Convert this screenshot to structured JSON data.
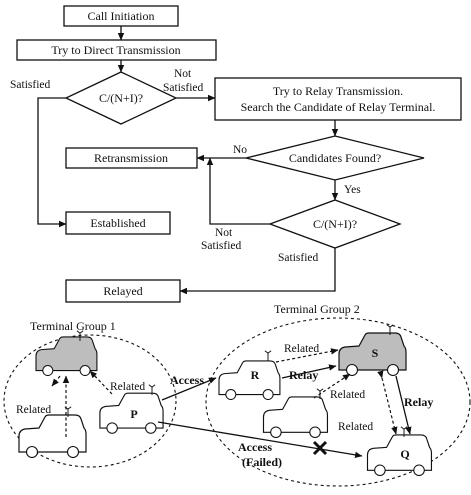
{
  "flowchart": {
    "call_initiation": "Call Initiation",
    "direct_transmission": "Try to Direct Transmission",
    "decision_cni_1": "C/(N+I)?",
    "satisfied_1": "Satisfied",
    "not_satisfied_1_line1": "Not",
    "not_satisfied_1_line2": "Satisfied",
    "relay_box_line1": "Try to Relay Transmission.",
    "relay_box_line2": "Search the Candidate of Relay Terminal.",
    "candidates_found": "Candidates Found?",
    "no_label": "No",
    "yes_label": "Yes",
    "retransmission": "Retransmission",
    "established": "Established",
    "decision_cni_2": "C/(N+I)?",
    "not_satisfied_2_line1": "Not",
    "not_satisfied_2_line2": "Satisfied",
    "satisfied_2": "Satisfied",
    "relayed": "Relayed"
  },
  "network": {
    "group1_label": "Terminal Group 1",
    "group2_label": "Terminal Group 2",
    "terminal_p": "P",
    "terminal_r": "R",
    "terminal_s": "S",
    "terminal_q": "Q",
    "related_g1_top": "Related",
    "related_g1_left": "Related",
    "related_r_s": "Related",
    "relay_r_s": "Relay",
    "related_mid": "Related",
    "related_q": "Related",
    "relay_s_q": "Relay",
    "access": "Access",
    "access_failed_line1": "Access",
    "access_failed_line2": "(Failed)"
  }
}
